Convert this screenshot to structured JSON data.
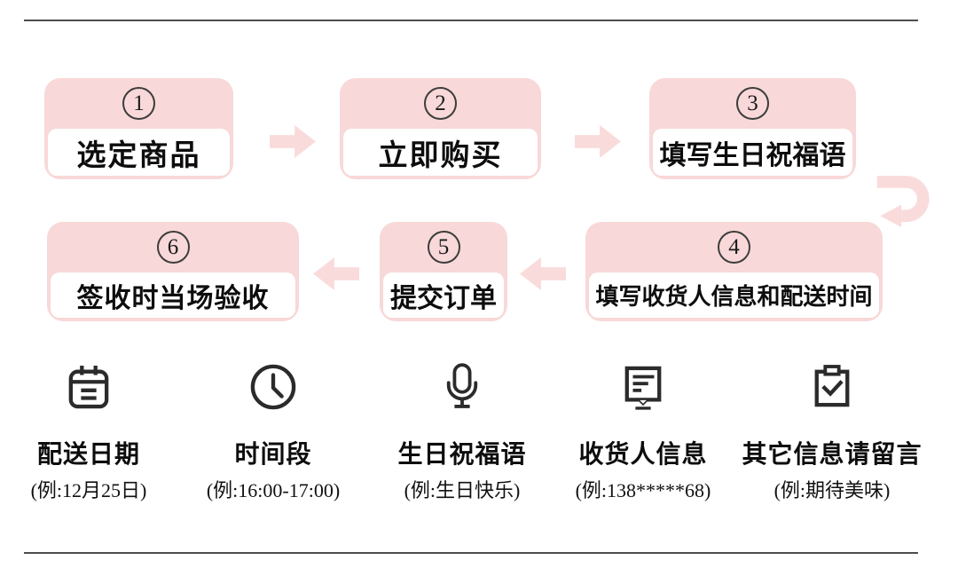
{
  "flow": {
    "steps": [
      {
        "num": "1",
        "label": "选定商品"
      },
      {
        "num": "2",
        "label": "立即购买"
      },
      {
        "num": "3",
        "label": "填写生日祝福语"
      },
      {
        "num": "4",
        "label": "填写收货人信息和配送时间"
      },
      {
        "num": "5",
        "label": "提交订单"
      },
      {
        "num": "6",
        "label": "签收时当场验收"
      }
    ]
  },
  "legend": {
    "items": [
      {
        "icon": "calendar-icon",
        "title": "配送日期",
        "example": "(例:12月25日)"
      },
      {
        "icon": "clock-icon",
        "title": "时间段",
        "example": "(例:16:00-17:00)"
      },
      {
        "icon": "microphone-icon",
        "title": "生日祝福语",
        "example": "(例:生日快乐)"
      },
      {
        "icon": "message-icon",
        "title": "收货人信息",
        "example": "(例:138*****68)"
      },
      {
        "icon": "clipboard-check-icon",
        "title": "其它信息请留言",
        "example": "(例:期待美味)"
      }
    ]
  },
  "colors": {
    "box_pink": "#f8d8d8",
    "arrow_pink": "#fadbdb",
    "icon_dark": "#2b2b2b",
    "divider_gray": "#4d4d4d",
    "text_black": "#111111"
  }
}
